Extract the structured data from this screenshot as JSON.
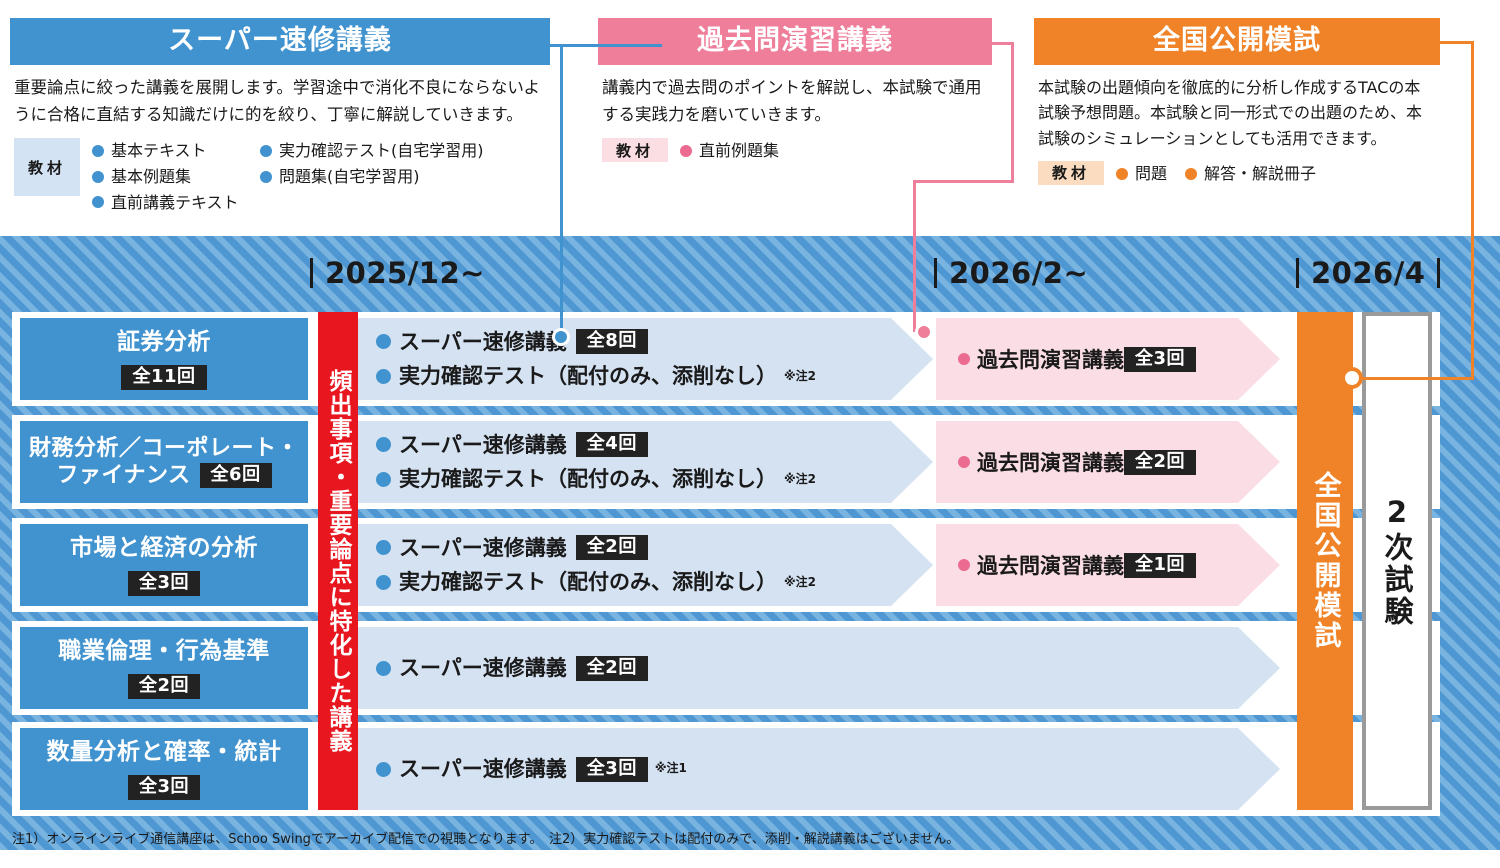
{
  "cards": [
    {
      "id": "super-sokushu",
      "title": "スーパー速修講義",
      "color": "#4193d0",
      "desc": "重要論点に絞った講義を展開します。学習途中で消化不良にならないように合格に直結する知識だけに的を絞り、丁寧に解説していきます。",
      "material_tag": "教材",
      "materials_col1": [
        "基本テキスト",
        "基本例題集",
        "直前講義テキスト"
      ],
      "materials_col2": [
        "実力確認テスト(自宅学習用)",
        "問題集(自宅学習用)"
      ]
    },
    {
      "id": "kakomon-enshu",
      "title": "過去問演習講義",
      "color": "#ef7e9b",
      "desc": "講義内で過去問のポイントを解説し、本試験で通用する実践力を磨いていきます。",
      "material_tag": "教材",
      "materials_col1": [
        "直前例題集"
      ],
      "materials_col2": []
    },
    {
      "id": "zenkoku-koukai-moshi",
      "title": "全国公開模試",
      "color": "#f08327",
      "desc": "本試験の出題傾向を徹底的に分析し作成するTACの本試験予想問題。本試験と同一形式での出題のため、本試験のシミュレーションとしても活用できます。",
      "material_tag": "教材",
      "materials_col1": [
        "問題",
        "解答・解説冊子"
      ],
      "materials_col2": []
    }
  ],
  "timeline": {
    "dates": [
      {
        "label": "2025/12~",
        "tick_left": true,
        "tick_right": false
      },
      {
        "label": "2026/2~",
        "tick_left": true,
        "tick_right": false
      },
      {
        "label": "2026/4",
        "tick_left": true,
        "tick_right": true
      }
    ],
    "red_band": "頻出事項・重要論点に特化した講義",
    "mock_column": "全国公開模試",
    "exam_column": "2次試験"
  },
  "rows": [
    {
      "subject": "証券分析",
      "subject_badge": "全11回",
      "subject_inline": false,
      "blue_items": [
        {
          "label": "スーパー速修講義",
          "badge": "全8回",
          "note": "",
          "bold": true
        },
        {
          "label": "実力確認テスト（配付のみ、添削なし）",
          "badge": "",
          "note": "※注2",
          "bold": true
        }
      ],
      "pink_item": {
        "label": "過去問演習講義",
        "badge": "全3回"
      }
    },
    {
      "subject": "財務分析／コーポレート・ファイナンス",
      "subject_badge": "全6回",
      "subject_inline": true,
      "subject_line1": "財務分析／コーポレート・",
      "subject_line2": "ファイナンス",
      "blue_items": [
        {
          "label": "スーパー速修講義",
          "badge": "全4回",
          "note": "",
          "bold": true
        },
        {
          "label": "実力確認テスト（配付のみ、添削なし）",
          "badge": "",
          "note": "※注2",
          "bold": true
        }
      ],
      "pink_item": {
        "label": "過去問演習講義",
        "badge": "全2回"
      }
    },
    {
      "subject": "市場と経済の分析",
      "subject_badge": "全3回",
      "subject_inline": false,
      "blue_items": [
        {
          "label": "スーパー速修講義",
          "badge": "全2回",
          "note": "",
          "bold": true
        },
        {
          "label": "実力確認テスト（配付のみ、添削なし）",
          "badge": "",
          "note": "※注2",
          "bold": true
        }
      ],
      "pink_item": {
        "label": "過去問演習講義",
        "badge": "全1回"
      }
    },
    {
      "subject": "職業倫理・行為基準",
      "subject_badge": "全2回",
      "subject_inline": false,
      "blue_items": [
        {
          "label": "スーパー速修講義",
          "badge": "全2回",
          "note": "",
          "bold": true
        }
      ],
      "pink_item": null
    },
    {
      "subject": "数量分析と確率・統計",
      "subject_badge": "全3回",
      "subject_inline": false,
      "blue_items": [
        {
          "label": "スーパー速修講義",
          "badge": "全3回",
          "note": "※注1",
          "bold": true
        }
      ],
      "pink_item": null
    }
  ],
  "footnotes": "注1）オンラインライブ通信講座は、Schoo Swingでアーカイブ配信での視聴となります。　注2）実力確認テストは配付のみで、添削・解説講義はございません。",
  "colors": {
    "blue": "#4193d0",
    "pink": "#ef7e9b",
    "orange": "#f08327",
    "red": "#e8161f",
    "blue_light": "#d5e2f2",
    "pink_light": "#fbdee5"
  }
}
